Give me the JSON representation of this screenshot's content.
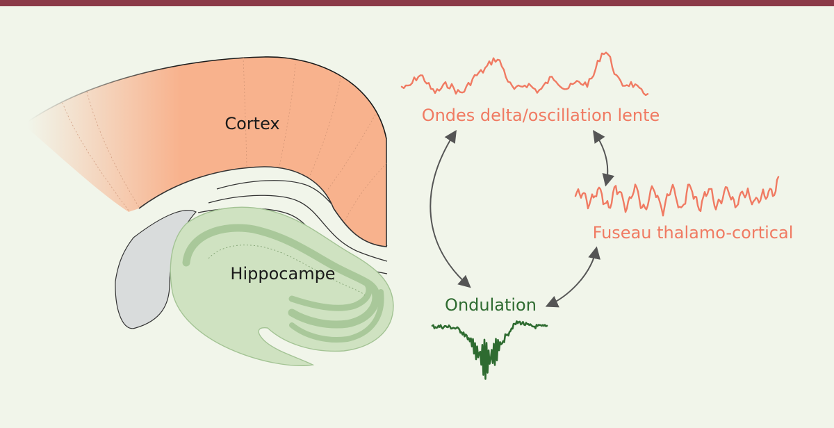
{
  "labels": {
    "cortex": "Cortex",
    "hippocampus": "Hippocampe",
    "slow_wave": "Ondes delta/oscillation lente",
    "spindle": "Fuseau thalamo-cortical",
    "ripple": "Ondulation"
  },
  "colors": {
    "top_bar": "#8b3a48",
    "background": "#f1f5ea",
    "cortex_fill": "#f8b28d",
    "cortex_trace": "#f07a62",
    "hippocampus_fill": "#cfe2c1",
    "hippocampus_band": "#a9c89a",
    "ripple_trace": "#2e6b30",
    "arrow": "#555555",
    "gray_region": "#d9dcdc"
  },
  "icons": {
    "arrow_head": "double-headed-arrow"
  }
}
